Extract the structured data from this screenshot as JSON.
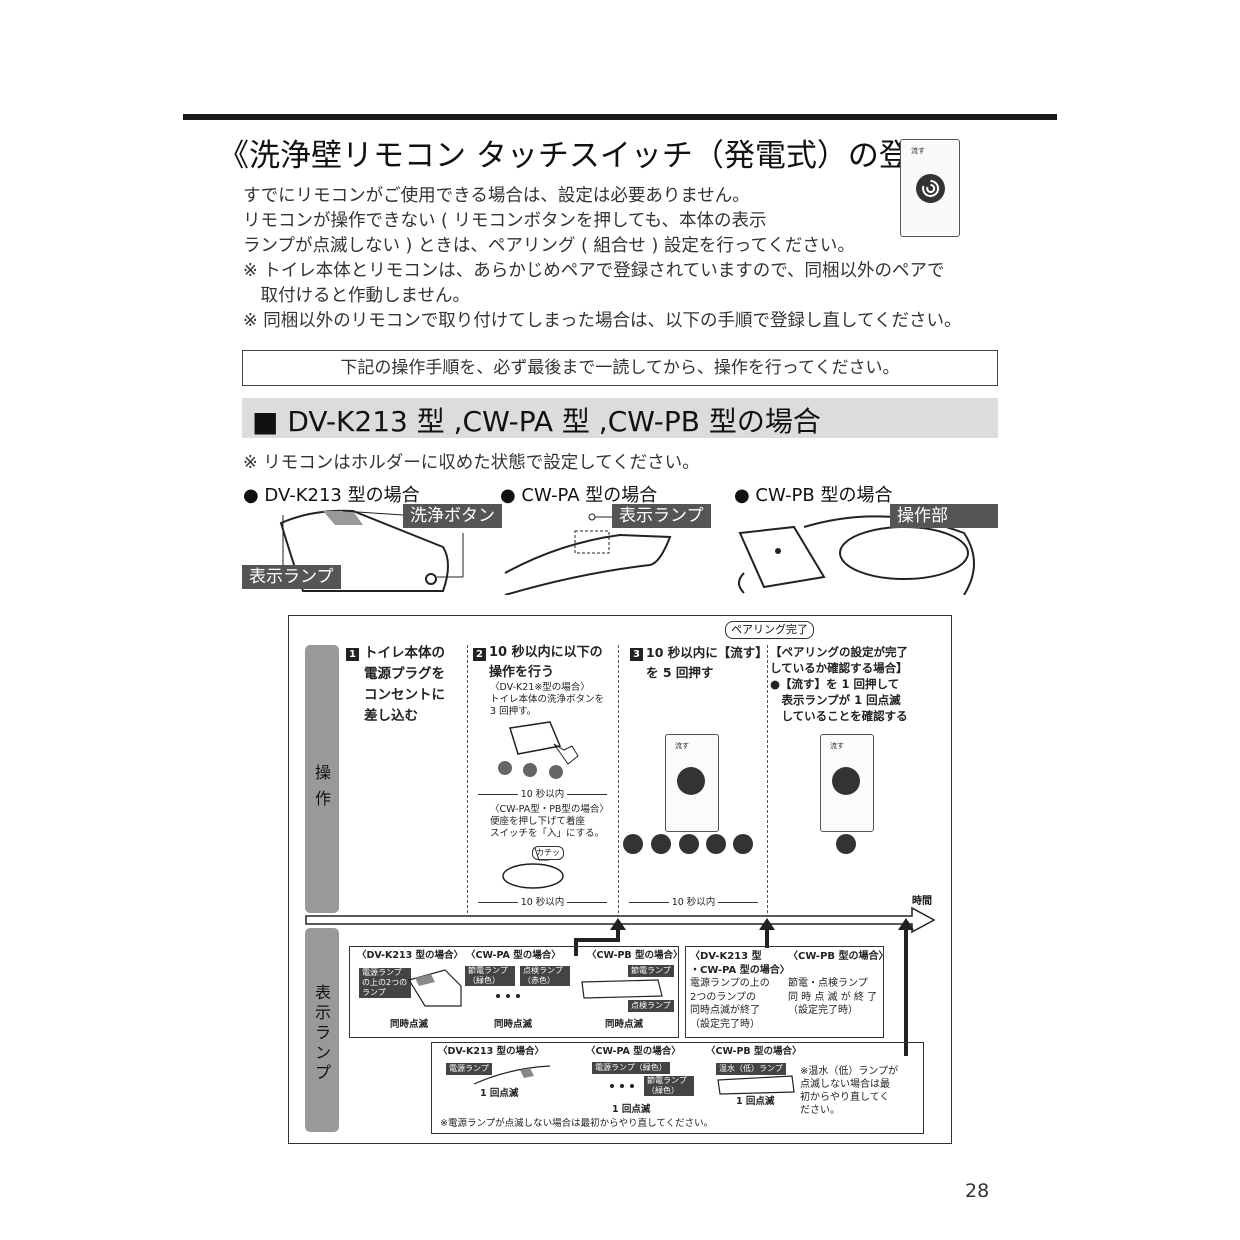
{
  "title": "《洗浄壁リモコン タッチスイッチ（発電式）の登録》",
  "remote_label": "流す",
  "intro": [
    "すでにリモコンがご使用できる場合は、設定は必要ありません。",
    "リモコンが操作できない ( リモコンボタンを押しても、本体の表示",
    "ランプが点滅しない ) ときは、ペアリング ( 組合せ ) 設定を行ってください。",
    "※ トイレ本体とリモコンは、あらかじめペアで登録されていますので、同梱以外のペアで",
    "　取付けると作動しません。",
    "※ 同梱以外のリモコンで取り付けてしまった場合は、以下の手順で登録し直してください。"
  ],
  "notice": "下記の操作手順を、必ず最後まで一読してから、操作を行ってください。",
  "section_heading": "■ DV-K213 型 ,CW-PA 型 ,CW-PB 型の場合",
  "section_note": "※ リモコンはホルダーに収めた状態で設定してください。",
  "models": [
    {
      "label": "● DV-K213 型の場合",
      "tags": [
        "洗浄ボタン",
        "表示ランプ"
      ]
    },
    {
      "label": "● CW-PA 型の場合",
      "tags": [
        "表示ランプ"
      ]
    },
    {
      "label": "● CW-PB 型の場合",
      "tags": [
        "操作部"
      ]
    }
  ],
  "diagram": {
    "row_labels": [
      "操\n作",
      "表示ランプ"
    ],
    "pairing_done": "ペアリング完了",
    "step1": {
      "num": "1",
      "text": [
        "トイレ本体の",
        "電源プラグを",
        "コンセントに",
        "差し込む"
      ]
    },
    "step2": {
      "num": "2",
      "text": [
        "10 秒以内に以下の",
        "操作を行う"
      ],
      "sub1": [
        "〈DV-K21※型の場合〉",
        "トイレ本体の洗浄ボタンを",
        "3 回押す。"
      ],
      "timer1": "10 秒以内",
      "sub2": [
        "〈CW-PA型・PB型の場合〉",
        "便座を押し下げて着座",
        "スイッチを「入」にする。"
      ],
      "click": "カチッ",
      "timer2": "10 秒以内"
    },
    "step3": {
      "num": "3",
      "text": [
        "10 秒以内に【流す】",
        "を 5 回押す"
      ],
      "timer": "10 秒以内"
    },
    "step4": {
      "text": [
        "【ペアリングの設定が完了",
        "しているか確認する場合】",
        "●【流す】を 1 回押して",
        "　表示ランプが 1 回点滅",
        "　していることを確認する"
      ]
    },
    "pad_label": "流す",
    "time_label": "時間",
    "lamp_box1": {
      "headers": [
        "〈DV-K213 型の場合〉",
        "〈CW-PA 型の場合〉",
        "〈CW-PB 型の場合〉"
      ],
      "tags_dv": "電源ランプの上の2つのランプ",
      "tags_pa": [
        "節電ランプ（緑色）",
        "点検ランプ（赤色）"
      ],
      "tags_pb": [
        "節電ランプ",
        "点検ランプ"
      ],
      "footers": [
        "同時点滅",
        "同時点滅",
        "同時点滅"
      ]
    },
    "lamp_box2": {
      "left": [
        "〈DV-K213 型",
        "・CW-PA 型の場合〉",
        "電源ランプの上の",
        "2つのランプの",
        "同時点滅が終了",
        "（設定完了時）"
      ],
      "right": [
        "〈CW-PB 型の場合〉",
        "",
        "節電・点検ランプ",
        "同 時 点 滅 が 終 了",
        "（設定完了時）"
      ]
    },
    "lamp_box3": {
      "headers": [
        "〈DV-K213 型の場合〉",
        "〈CW-PA 型の場合〉",
        "〈CW-PB 型の場合〉"
      ],
      "tags": [
        "電源ランプ",
        "電源ランプ（緑色）",
        "節電ランプ（緑色）",
        "温水（低）ランプ"
      ],
      "footers": [
        "1 回点滅",
        "1 回点滅",
        "1 回点滅"
      ],
      "note_right": [
        "※温水（低）ランプが",
        "点滅しない場合は最",
        "初からやり直してく",
        "ださい。"
      ],
      "note_bottom": "※電源ランプが点滅しない場合は最初からやり直してください。"
    }
  },
  "page_number": "28"
}
